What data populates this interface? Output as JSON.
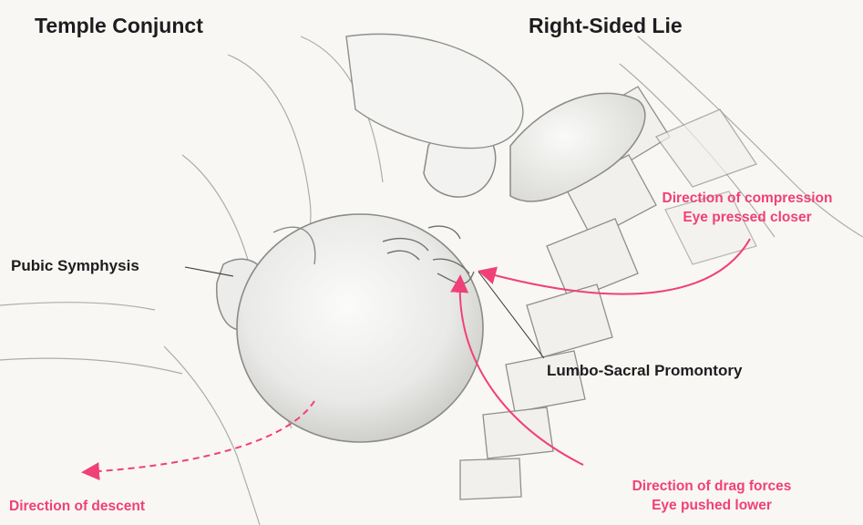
{
  "titles": {
    "left": "Temple Conjunct",
    "right": "Right-Sided Lie"
  },
  "labels": {
    "pubic_symphysis": "Pubic Symphysis",
    "lumbo_sacral": "Lumbo-Sacral Promontory",
    "compression_line1": "Direction of compression",
    "compression_line2": "Eye pressed closer",
    "drag_line1": "Direction of drag forces",
    "drag_line2": "Eye pushed lower",
    "descent": "Direction of descent"
  },
  "colors": {
    "accent": "#f0407a",
    "text": "#1d1d1f",
    "pencil": "#8a8a8a"
  }
}
